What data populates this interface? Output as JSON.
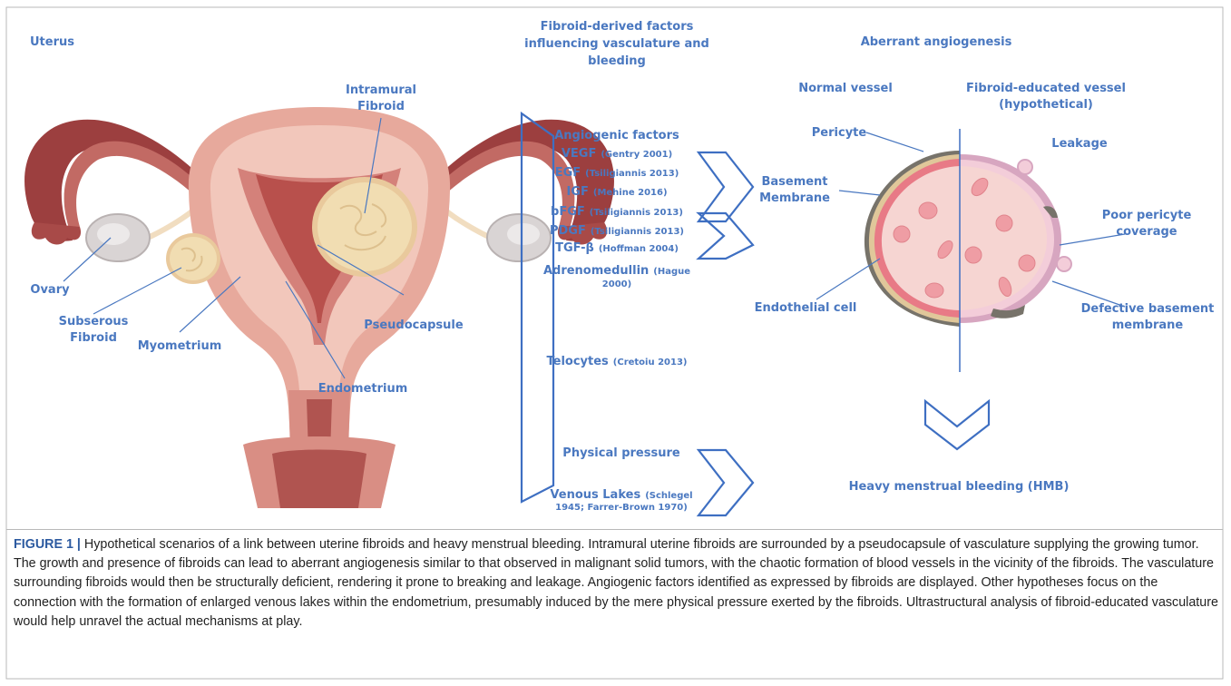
{
  "sections": {
    "uterus": "Uterus",
    "factors_title_l1": "Fibroid-derived factors",
    "factors_title_l2": "influencing vasculature and",
    "factors_title_l3": "bleeding",
    "aberrant": "Aberrant angiogenesis"
  },
  "uterus_labels": {
    "intramural_l1": "Intramural",
    "intramural_l2": "Fibroid",
    "ovary": "Ovary",
    "subserous_l1": "Subserous",
    "subserous_l2": "Fibroid",
    "myometrium": "Myometrium",
    "pseudocapsule": "Pseudocapsule",
    "endometrium": "Endometrium"
  },
  "factors": {
    "angiogenic_title": "Angiogenic factors",
    "items": [
      {
        "name": "VEGF",
        "ref": "(Gentry 2001)"
      },
      {
        "name": "EGF",
        "ref": "(Tsiligiannis 2013)"
      },
      {
        "name": "IGF",
        "ref": "(Mehine 2016)"
      },
      {
        "name": "bFGF",
        "ref": "(Tsiligiannis 2013)"
      },
      {
        "name": "PDGF",
        "ref": "(Tsiligiannis 2013)"
      },
      {
        "name": "TGF-β",
        "ref": "(Hoffman 2004)"
      }
    ],
    "adreno_name": "Adrenomedullin",
    "adreno_ref_l1": "(Hague",
    "adreno_ref_l2": "2000)",
    "telocytes_name": "Telocytes",
    "telocytes_ref": "(Cretoiu 2013)",
    "physical_pressure": "Physical pressure",
    "venous_name": "Venous Lakes",
    "venous_ref_l1": "(Schlegel",
    "venous_ref_l2": "1945; Farrer-Brown 1970)"
  },
  "vessel_labels": {
    "normal": "Normal vessel",
    "educated_l1": "Fibroid-educated vessel",
    "educated_l2": "(hypothetical)",
    "pericyte": "Pericyte",
    "leakage": "Leakage",
    "basement_l1": "Basement",
    "basement_l2": "Membrane",
    "poor_l1": "Poor pericyte",
    "poor_l2": "coverage",
    "endothelial": "Endothelial cell",
    "defective_l1": "Defective basement",
    "defective_l2": "membrane"
  },
  "outcome": "Heavy menstrual bleeding (HMB)",
  "caption": {
    "lead": "FIGURE 1 |",
    "text": "Hypothetical scenarios of a link between uterine fibroids and heavy menstrual bleeding. Intramural uterine fibroids are surrounded by a pseudocapsule of vasculature supplying the growing tumor. The growth and presence of fibroids can lead to aberrant angiogenesis similar to that observed in malignant solid tumors, with the chaotic formation of blood vessels in the vicinity of the fibroids. The vasculature surrounding fibroids would then be structurally deficient, rendering it prone to breaking and leakage. Angiogenic factors identified as expressed by fibroids are displayed. Other hypotheses focus on the connection with the formation of enlarged venous lakes within the endometrium, presumably induced by the mere physical pressure exerted by the fibroids. Ultrastructural analysis of fibroid-educated vasculature would help unravel the actual mechanisms at play."
  },
  "colors": {
    "label_blue": "#4a78c0",
    "arrow_blue": "#3e6fc2",
    "uterus_dark": "#9c3f3f",
    "uterus_mid": "#d4817a",
    "uterus_light": "#ecb2a6",
    "fibroid": "#f1ddb2",
    "ovary": "#d9d4d4",
    "vessel_fill": "#f6d5d2",
    "endothelium": "#e87a86",
    "pericyte": "#77736a",
    "caption_lead": "#2c5aa0",
    "border": "#b9b9b9"
  }
}
